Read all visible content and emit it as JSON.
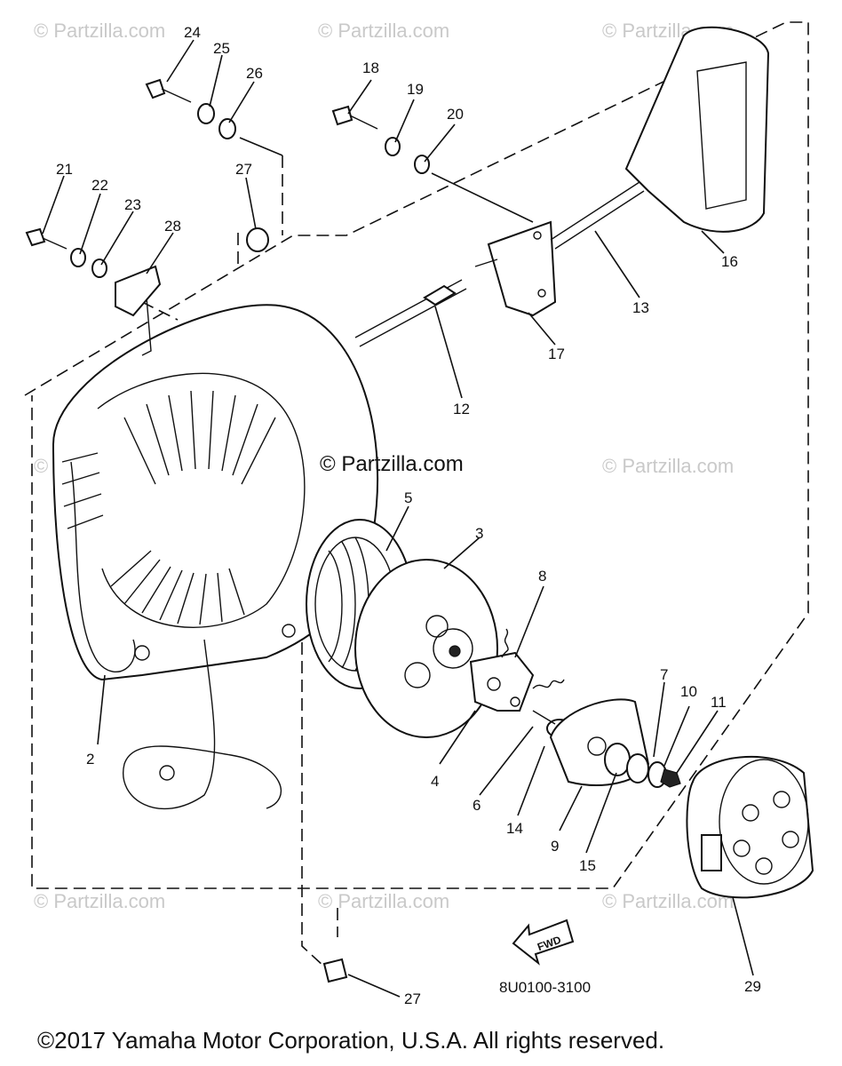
{
  "diagram": {
    "callouts": [
      {
        "id": "2",
        "label": "2"
      },
      {
        "id": "3",
        "label": "3"
      },
      {
        "id": "4",
        "label": "4"
      },
      {
        "id": "5",
        "label": "5"
      },
      {
        "id": "6",
        "label": "6"
      },
      {
        "id": "7",
        "label": "7"
      },
      {
        "id": "8",
        "label": "8"
      },
      {
        "id": "9",
        "label": "9"
      },
      {
        "id": "10",
        "label": "10"
      },
      {
        "id": "11",
        "label": "11"
      },
      {
        "id": "12",
        "label": "12"
      },
      {
        "id": "13",
        "label": "13"
      },
      {
        "id": "14",
        "label": "14"
      },
      {
        "id": "15",
        "label": "15"
      },
      {
        "id": "16",
        "label": "16"
      },
      {
        "id": "17",
        "label": "17"
      },
      {
        "id": "18",
        "label": "18"
      },
      {
        "id": "19",
        "label": "19"
      },
      {
        "id": "20",
        "label": "20"
      },
      {
        "id": "21",
        "label": "21"
      },
      {
        "id": "22",
        "label": "22"
      },
      {
        "id": "23",
        "label": "23"
      },
      {
        "id": "24",
        "label": "24"
      },
      {
        "id": "25",
        "label": "25"
      },
      {
        "id": "26",
        "label": "26"
      },
      {
        "id": "27a",
        "label": "27"
      },
      {
        "id": "27b",
        "label": "27"
      },
      {
        "id": "28",
        "label": "28"
      },
      {
        "id": "29",
        "label": "29"
      }
    ],
    "watermark": "© Partzilla.com",
    "center_watermark": "© Partzilla.com",
    "fwd_label": "FWD",
    "part_number": "8U0100-3100"
  },
  "footer": {
    "copyright": "©2017  Yamaha Motor Corporation, U.S.A. All rights reserved."
  }
}
